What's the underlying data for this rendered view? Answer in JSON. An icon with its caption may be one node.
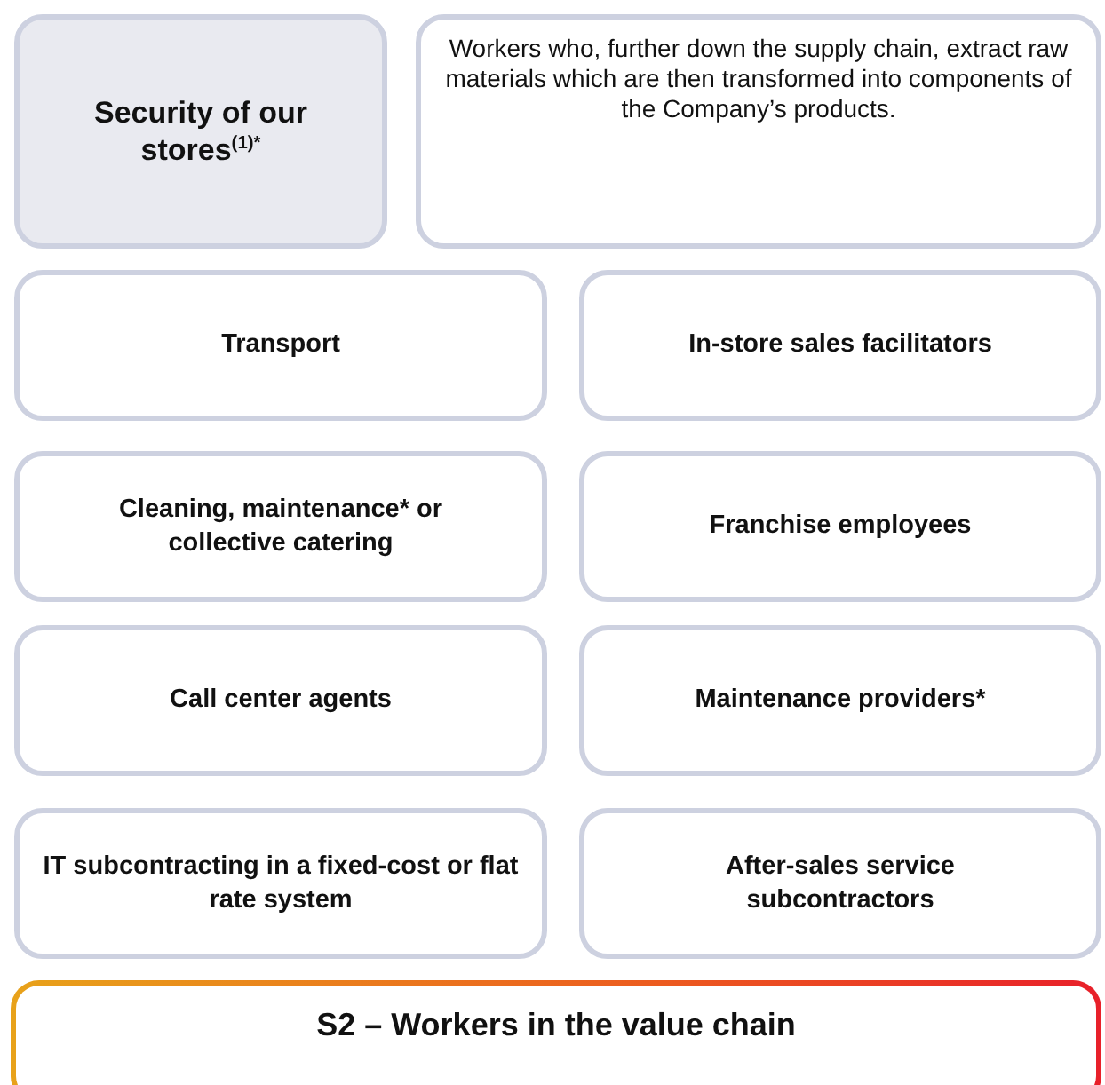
{
  "diagram": {
    "nodes": [
      {
        "text": [
          "Security of our stores$^{(1)*}$"
        ]
      },
      {
        "text": [
          "Workers who, further down the supply chain, extract raw materials which are then transformed into components of the Company’s products."
        ]
      },
      {
        "text": [
          "Transport"
        ]
      },
      {
        "text": [
          "In-store sales facilitators"
        ]
      },
      {
        "text": [
          "Cleaning, maintenance* or collective catering"
        ]
      },
      {
        "text": [
          "Franchise employees"
        ]
      },
      {
        "text": [
          "Call center agents"
        ]
      },
      {
        "text": [
          "Maintenance providers*"
        ]
      },
      {
        "text": [
          "IT subcontracting in a fixed-cost or flat rate system"
        ]
      },
      {
        "text": [
          "After-sales service subcontractors"
        ]
      },
      {
        "text": [
          "S2 – Workers in the value chain"
        ]
      }
    ]
  }
}
